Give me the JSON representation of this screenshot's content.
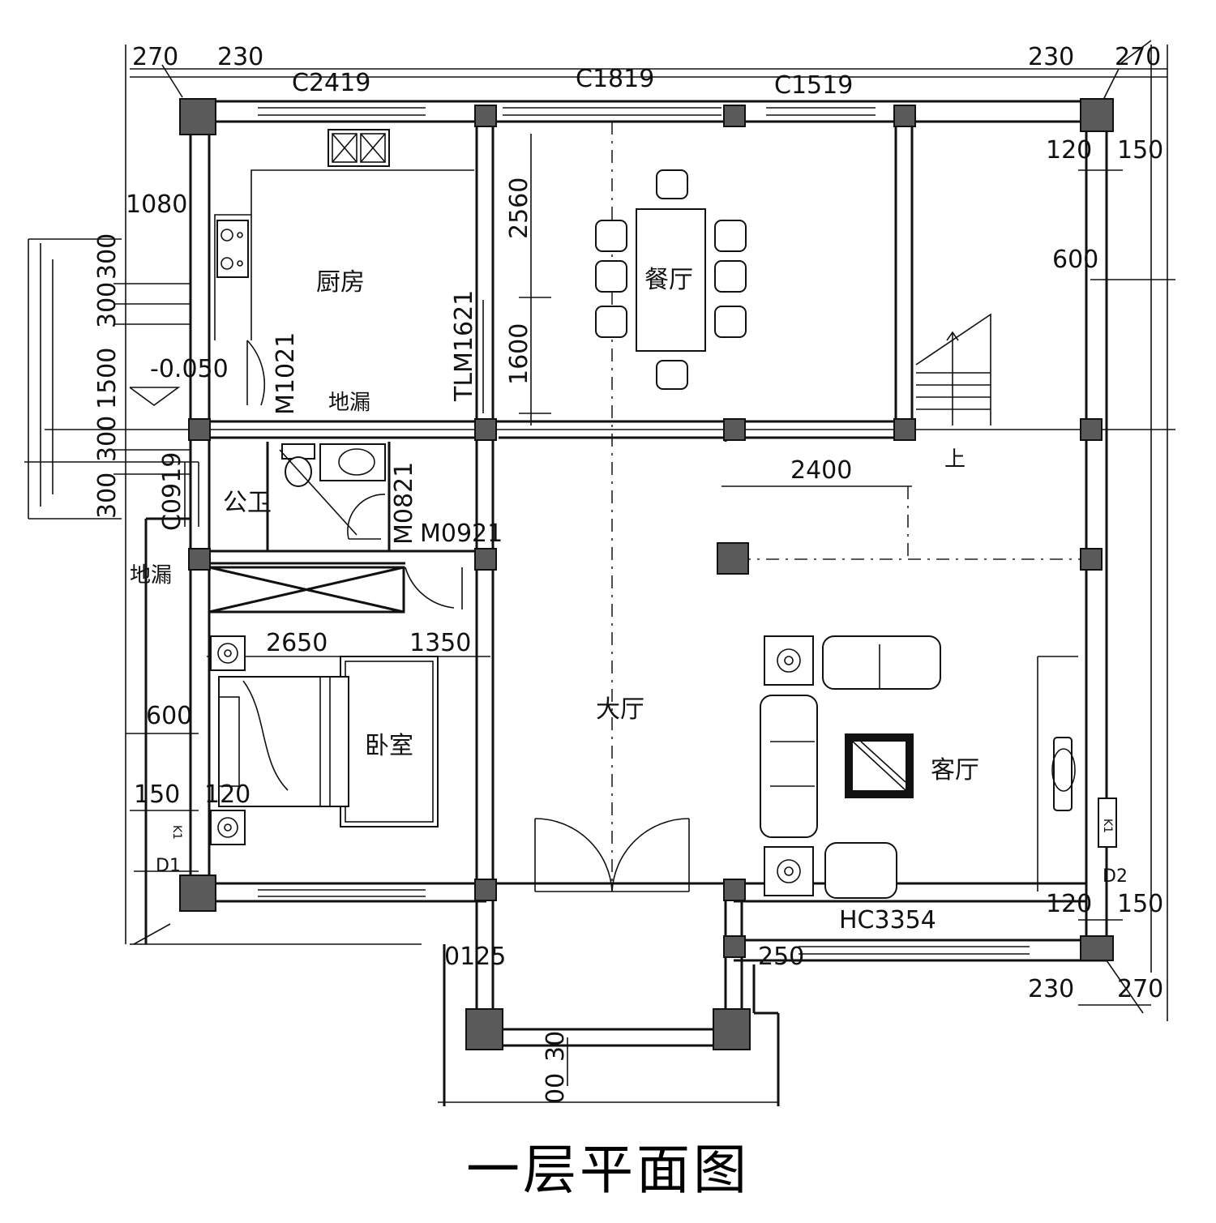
{
  "title": "一层平面图",
  "rooms": {
    "kitchen": "厨房",
    "dining": "餐厅",
    "toilet": "公卫",
    "bedroom": "卧室",
    "hall": "大厅",
    "living": "客厅"
  },
  "labels": {
    "floor_drain_1": "地漏",
    "floor_drain_2": "地漏",
    "elevation": "-0.050",
    "stair_up": "上",
    "k1_left": "K1",
    "k1_right": "K1",
    "d1": "D1",
    "d2": "D2"
  },
  "openings": {
    "c2419": "C2419",
    "c1819": "C1819",
    "c1519": "C1519",
    "tlm1621": "TLM1621",
    "m1021": "M1021",
    "c0919": "C0919",
    "m0821": "M0821",
    "m0921": "M0921",
    "hc3354": "HC3354"
  },
  "dimensions": {
    "top_left_270": "270",
    "top_left_230": "230",
    "top_right_230": "230",
    "top_right_270": "270",
    "right_120_top": "120",
    "right_150_top": "150",
    "right_600": "600",
    "right_120_bot": "120",
    "right_150_bot": "150",
    "bot_right_230": "230",
    "bot_right_270": "270",
    "left_1080": "1080",
    "left_300_a": "300",
    "left_300_b": "300",
    "left_1500": "1500",
    "left_300_c": "300",
    "left_300_d": "300",
    "left_600": "600",
    "left_150": "150",
    "left_120": "120",
    "mid_2560": "2560",
    "mid_1600": "1600",
    "mid_2400": "2400",
    "bed_2650": "2650",
    "bed_1350": "1350",
    "porch_125": "0125",
    "porch_250": "250",
    "porch_300": "30",
    "porch_00": "00"
  }
}
